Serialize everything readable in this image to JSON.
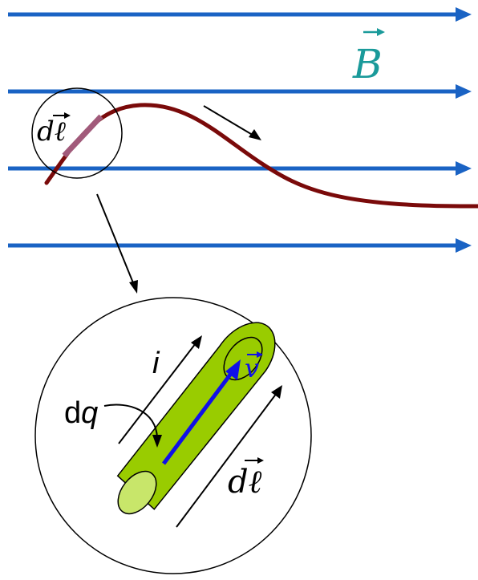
{
  "labels": {
    "field": "B",
    "segment_small": "dℓ",
    "current": "i",
    "charge_d": "d",
    "charge_q": "q",
    "velocity": "v",
    "segment_large": "dℓ"
  },
  "colors": {
    "field_lines": "#1a63c4",
    "field_label": "#1a9a9a",
    "wire": "#7a0a0a",
    "wire_segment": "#a15a7a",
    "conductor_fill": "#99cc00",
    "conductor_end": "#c8e66a",
    "velocity_arrow": "#1010e8",
    "ink": "#000000"
  }
}
